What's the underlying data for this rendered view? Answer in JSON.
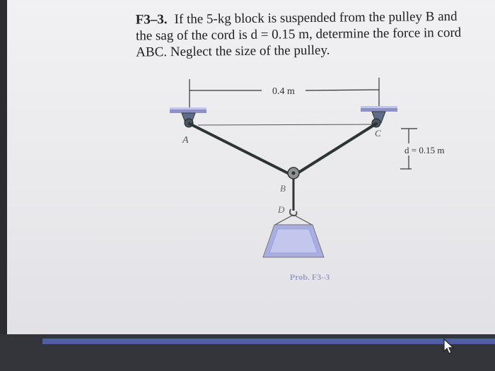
{
  "problem": {
    "number": "F3–3.",
    "line1": "If the 5-kg block is suspended from the pulley B and",
    "line2": "the sag of the cord is d = 0.15 m, determine the force in cord",
    "line3": "ABC. Neglect the size of the pulley."
  },
  "figure": {
    "span_label": "0.4 m",
    "sag_label": "d = 0.15 m",
    "label_a": "A",
    "label_b": "B",
    "label_c": "C",
    "label_d": "D",
    "caption": "Prob. F3–3"
  },
  "colors": {
    "cord": "#2d3436",
    "support": "#8d8fc9",
    "block": "#a9aee2",
    "pulley": "#8e9196",
    "taskbar_accent": "#4e5fa6"
  },
  "icons": {
    "cursor": "arrow-cursor-icon"
  }
}
